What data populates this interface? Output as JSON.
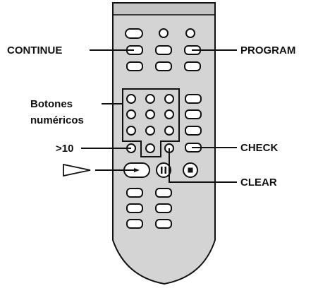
{
  "labels": {
    "continue": "CONTINUE",
    "program": "PROGRAM",
    "numeric_line1": "Botones",
    "numeric_line2": "numéricos",
    "greater_than_10": ">10",
    "check": "CHECK",
    "clear": "CLEAR"
  },
  "icons": {
    "play_arrow": "play-outline-triangle-icon",
    "pause": "pause-icon",
    "stop": "stop-icon"
  },
  "colors": {
    "remote_body": "#d4d4d4",
    "remote_top": "#c4c4c4",
    "outline": "#111111",
    "button_fill": "#ffffff"
  }
}
